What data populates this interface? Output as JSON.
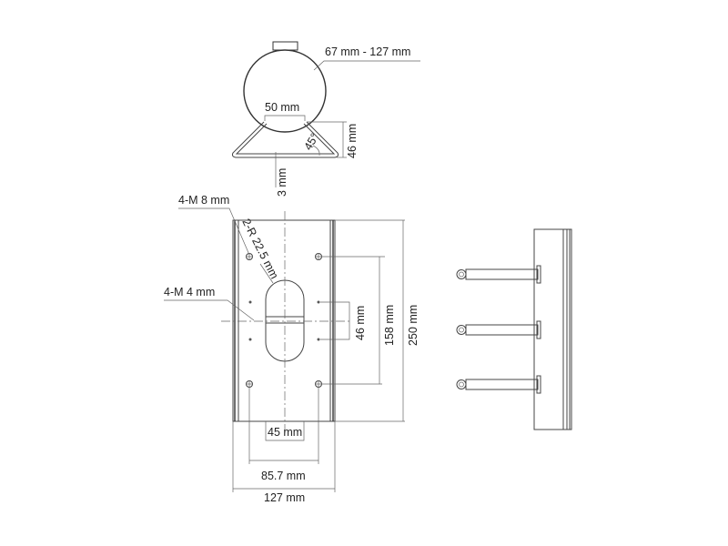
{
  "top_view": {
    "pole_diameter_label": "67 mm - 127 mm",
    "bracket_width_label": "50 mm",
    "bracket_height_label": "46 mm",
    "angle_label": "45°",
    "thickness_label": "3 mm"
  },
  "front_view": {
    "large_holes_label": "4-M 8 mm",
    "slot_radius_label": "2-R 22.5 mm",
    "small_holes_label": "4-M 4 mm",
    "small_hole_spacing_label": "46 mm",
    "large_hole_spacing_label": "158 mm",
    "plate_height_label": "250 mm",
    "slot_width_label": "45 mm",
    "hole_horizontal_spacing_label": "85.7 mm",
    "plate_width_label": "127 mm"
  }
}
